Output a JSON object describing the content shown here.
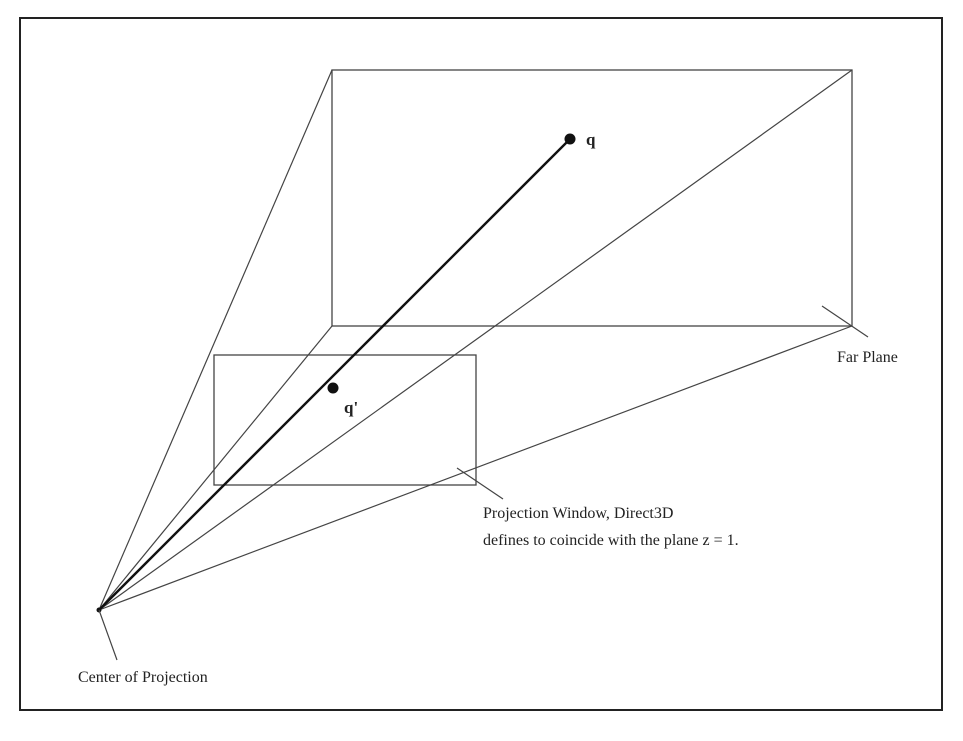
{
  "diagram": {
    "point_labels": {
      "q": "q",
      "q_prime": "q'"
    },
    "callouts": {
      "far_plane": "Far Plane",
      "projection_window_line1": "Projection Window, Direct3D",
      "projection_window_line2": "defines to coincide with the plane z = 1.",
      "center_of_projection": "Center of Projection"
    },
    "colors": {
      "line": "#444444",
      "ray": "#111111",
      "text": "#222222",
      "border": "#222222"
    }
  }
}
